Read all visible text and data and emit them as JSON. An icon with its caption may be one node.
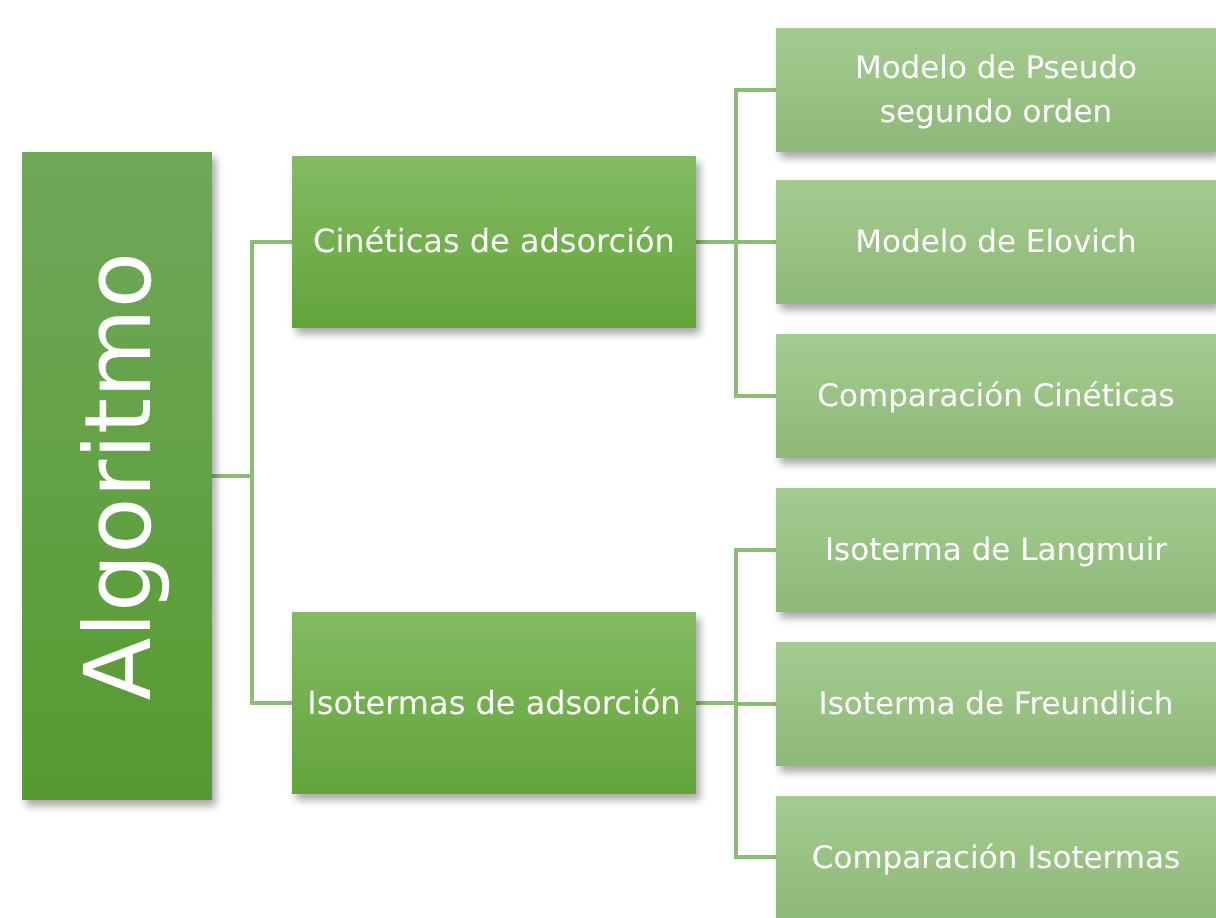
{
  "diagram": {
    "nodes": [
      {
        "text": [
          "Algoritmo"
        ]
      },
      {
        "text": [
          "Cinéticas de adsorción"
        ]
      },
      {
        "text": [
          "Isotermas de adsorción"
        ]
      },
      {
        "text": [
          "Modelo de Pseudo segundo orden"
        ]
      },
      {
        "text": [
          "Modelo de Elovich"
        ]
      },
      {
        "text": [
          "Comparación Cinéticas"
        ]
      },
      {
        "text": [
          "Isoterma de Langmuir"
        ]
      },
      {
        "text": [
          "Isoterma de Freundlich"
        ]
      },
      {
        "text": [
          "Comparación Isotermas"
        ]
      }
    ],
    "edges": [
      {
        "from": 0,
        "to": 1,
        "arrow": "none"
      },
      {
        "from": 0,
        "to": 2,
        "arrow": "none"
      },
      {
        "from": 1,
        "to": 3,
        "arrow": "none"
      },
      {
        "from": 1,
        "to": 4,
        "arrow": "none"
      },
      {
        "from": 1,
        "to": 5,
        "arrow": "none"
      },
      {
        "from": 2,
        "to": 6,
        "arrow": "none"
      },
      {
        "from": 2,
        "to": 7,
        "arrow": "none"
      },
      {
        "from": 2,
        "to": 8,
        "arrow": "none"
      }
    ]
  }
}
